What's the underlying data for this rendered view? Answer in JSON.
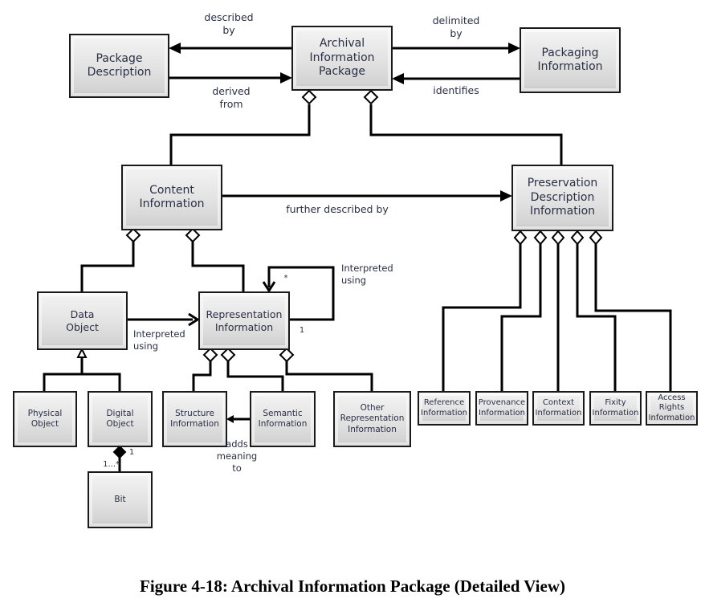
{
  "figure": {
    "caption": "Figure 4-18:  Archival Information Package (Detailed View)",
    "nodes": {
      "package_description": "Package\nDescription",
      "aip": "Archival\nInformation\nPackage",
      "packaging_information": "Packaging\nInformation",
      "content_information": "Content\nInformation",
      "pdi": "Preservation\nDescription\nInformation",
      "data_object": "Data\nObject",
      "representation_information": "Representation\nInformation",
      "physical_object": "Physical\nObject",
      "digital_object": "Digital\nObject",
      "bit": "Bit",
      "structure_information": "Structure\nInformation",
      "semantic_information": "Semantic\nInformation",
      "other_representation_information": "Other\nRepresentation\nInformation",
      "reference_information": "Reference\nInformation",
      "provenance_information": "Provenance\nInformation",
      "context_information": "Context\nInformation",
      "fixity_information": "Fixity\nInformation",
      "access_rights_information": "Access\nRights\nInformation"
    },
    "edge_labels": {
      "described_by": "described\nby",
      "derived_from": "derived\nfrom",
      "delimited_by": "delimited\nby",
      "identifies": "identifies",
      "further_described_by": "further described by",
      "interpreted_using_self": "Interpreted\nusing",
      "interpreted_using_data": "Interpreted\nusing",
      "adds_meaning_to": "adds\nmeaning\nto",
      "multiplicity_star": "*",
      "multiplicity_one_self": "1",
      "multiplicity_one_bit": "1",
      "multiplicity_one_many": "1...*"
    }
  }
}
